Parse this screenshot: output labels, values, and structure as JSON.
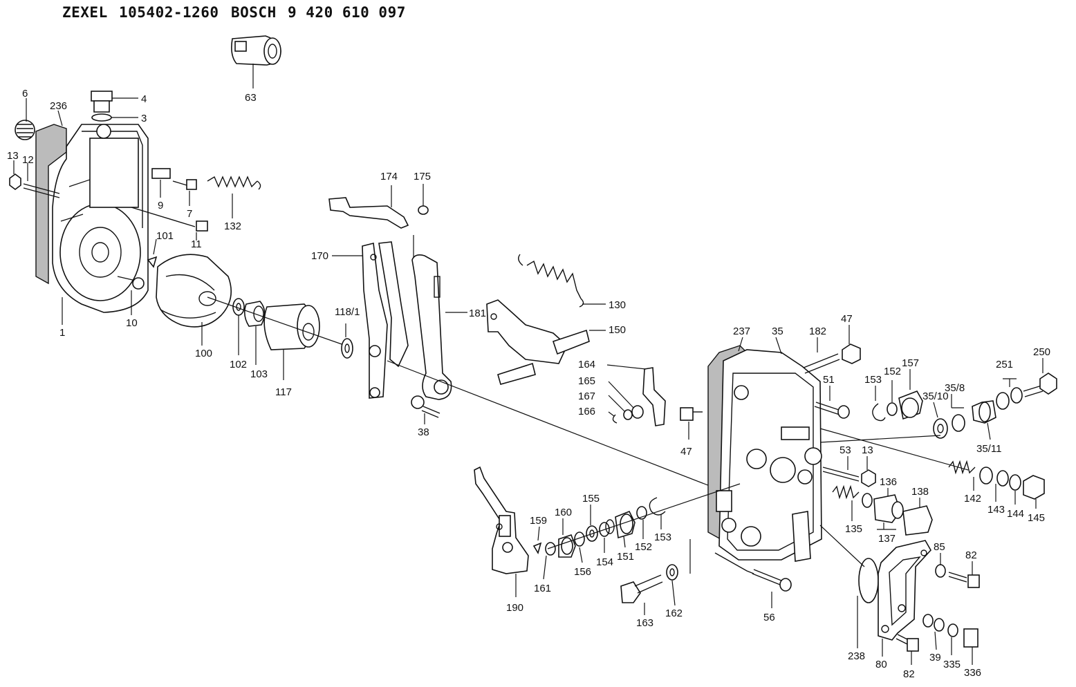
{
  "header": {
    "brand1": "ZEXEL",
    "part1": "105402-1260",
    "brand2": "BOSCH",
    "part2": "9 420 610 097"
  },
  "labels": {
    "l63": "63",
    "l4": "4",
    "l3": "3",
    "l6": "6",
    "l236": "236",
    "l13a": "13",
    "l12": "12",
    "l9": "9",
    "l7": "7",
    "l132": "132",
    "l11": "11",
    "l101": "101",
    "l1": "1",
    "l10": "10",
    "l100": "100",
    "l102": "102",
    "l103": "103",
    "l117": "117",
    "l118": "118/1",
    "l174": "174",
    "l175": "175",
    "l170": "170",
    "l181": "181",
    "l38": "38",
    "l130": "130",
    "l150": "150",
    "l164": "164",
    "l165": "165",
    "l167": "167",
    "l166": "166",
    "l47a": "47",
    "l237": "237",
    "l35": "35",
    "l182": "182",
    "l47b": "47",
    "l51": "51",
    "l153a": "153",
    "l152a": "152",
    "l157": "157",
    "l3510": "35/10",
    "l358": "35/8",
    "l251": "251",
    "l250": "250",
    "l3511": "35/11",
    "l53": "53",
    "l13b": "13",
    "l142": "142",
    "l143": "143",
    "l144": "144",
    "l145": "145",
    "l136": "136",
    "l138": "138",
    "l135": "135",
    "l137": "137",
    "l190": "190",
    "l159": "159",
    "l160": "160",
    "l155": "155",
    "l161": "161",
    "l156": "156",
    "l154": "154",
    "l151": "151",
    "l152b": "152",
    "l153b": "153",
    "l163": "163",
    "l162": "162",
    "l56": "56",
    "l85": "85",
    "l82a": "82",
    "l238": "238",
    "l80": "80",
    "l82b": "82",
    "l39": "39",
    "l335": "335",
    "l336": "336"
  }
}
